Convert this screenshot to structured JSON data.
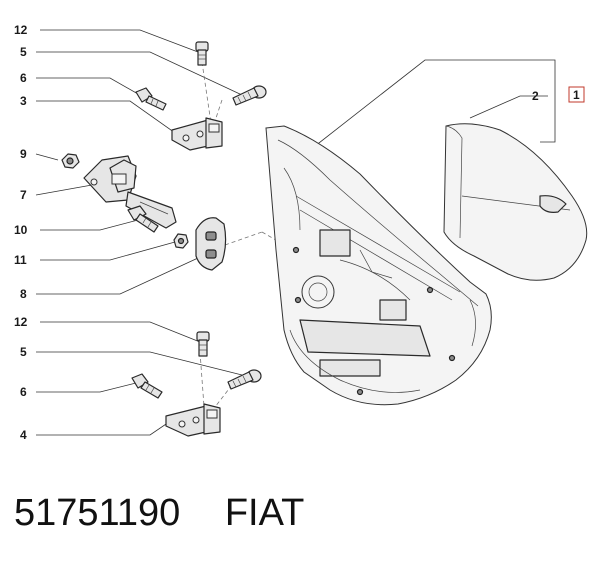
{
  "callouts": {
    "c12a": "12",
    "c5a": "5",
    "c6a": "6",
    "c3": "3",
    "c9": "9",
    "c7": "7",
    "c10": "10",
    "c11": "11",
    "c8": "8",
    "c12b": "12",
    "c5b": "5",
    "c6b": "6",
    "c4": "4",
    "c2": "2",
    "c1": "1"
  },
  "footer": {
    "part_number": "51751190",
    "brand": "FIAT"
  },
  "colors": {
    "reference_box_border": "#c0392b"
  }
}
